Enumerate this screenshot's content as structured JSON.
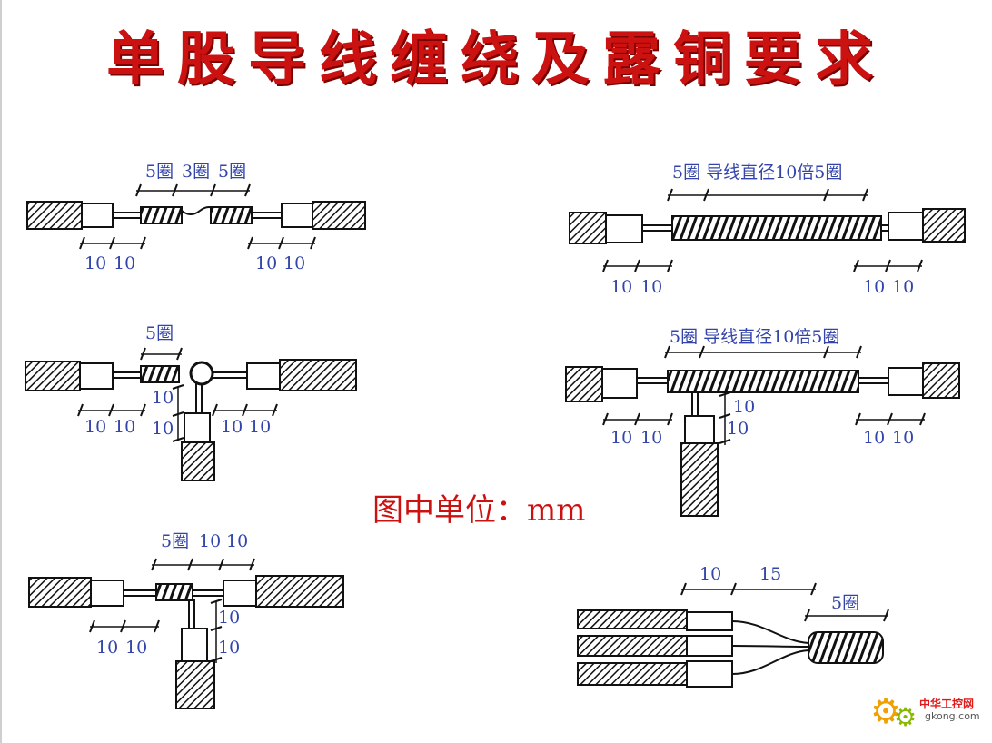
{
  "title": "单股导线缠绕及露铜要求",
  "unit_note": "图中单位：mm",
  "colors": {
    "title": "#cc1111",
    "label": "#3344aa",
    "line": "#111111"
  },
  "watermark": {
    "brand": "中华工控网",
    "domain": "gkong.com",
    "icon": "gear-icon"
  },
  "diagrams": {
    "d1": {
      "top": [
        "5圈",
        "3圈",
        "5圈"
      ],
      "bottom_left": [
        "10",
        "10"
      ],
      "bottom_right": [
        "10",
        "10"
      ]
    },
    "d2": {
      "top": "5圈",
      "bottom_left": [
        "10",
        "10"
      ],
      "bottom_right": [
        "10",
        "10"
      ],
      "branch": [
        "10",
        "10"
      ]
    },
    "d3": {
      "top": [
        "5圈",
        "10",
        "10"
      ],
      "bottom_left": [
        "10",
        "10"
      ],
      "branch": [
        "10",
        "10"
      ]
    },
    "d4": {
      "top": "5圈 导线直径10倍5圈",
      "bottom_left": [
        "10",
        "10"
      ],
      "bottom_right": [
        "10",
        "10"
      ]
    },
    "d5": {
      "top": "5圈 导线直径10倍5圈",
      "bottom_left": [
        "10",
        "10"
      ],
      "bottom_right": [
        "10",
        "10"
      ],
      "branch": [
        "10",
        "10"
      ]
    },
    "d6": {
      "top": [
        "10",
        "15"
      ],
      "right": "5圈"
    }
  }
}
